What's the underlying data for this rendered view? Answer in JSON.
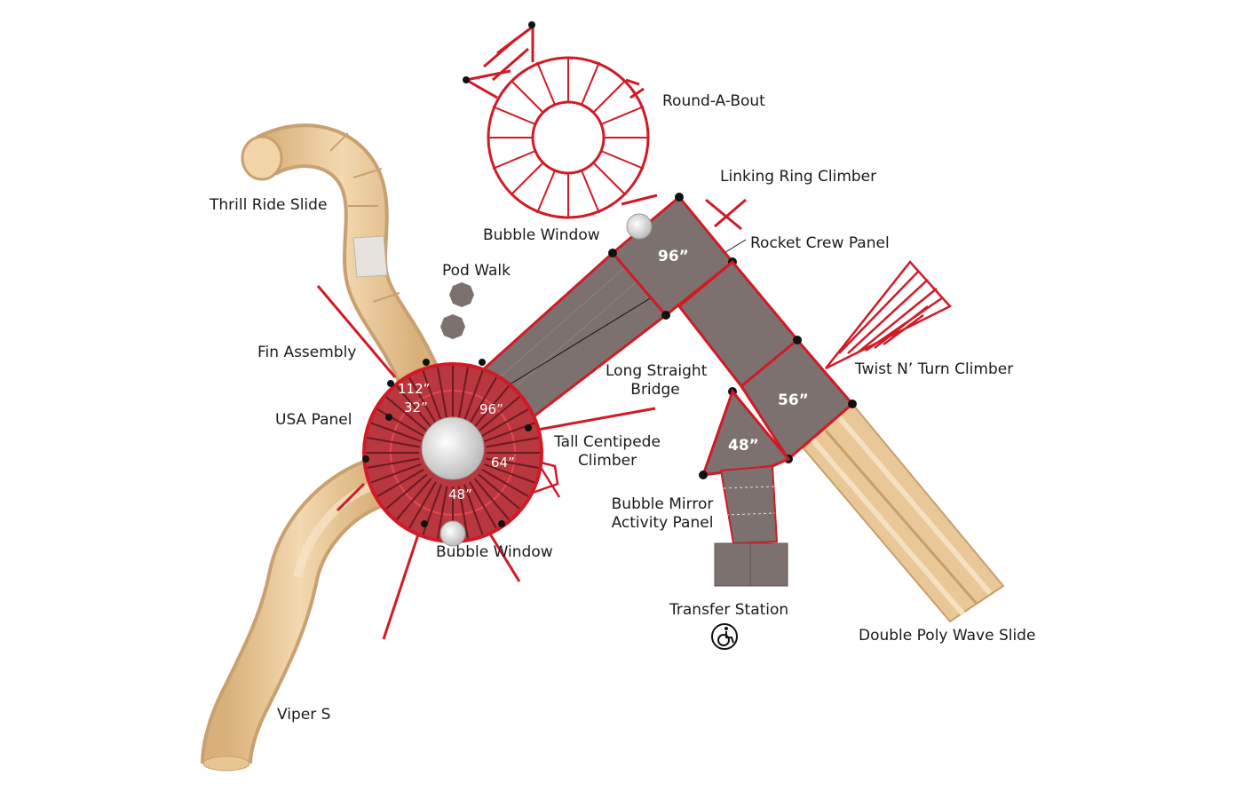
{
  "labels": {
    "round_a_bout": "Round-A-Bout",
    "linking_ring_climber": "Linking Ring Climber",
    "rocket_crew_panel": "Rocket Crew Panel",
    "bubble_window_top": "Bubble Window",
    "thrill_ride_slide": "Thrill Ride Slide",
    "pod_walk": "Pod Walk",
    "fin_assembly": "Fin Assembly",
    "usa_panel": "USA Panel",
    "long_straight_bridge": [
      "Long Straight",
      "Bridge"
    ],
    "twist_n_turn_climber": "Twist N’ Turn Climber",
    "tall_centipede_climber": [
      "Tall Centipede",
      "Climber"
    ],
    "bubble_mirror_activity_panel": [
      "Bubble Mirror",
      "Activity Panel"
    ],
    "bubble_window_bottom": "Bubble Window",
    "transfer_station": "Transfer Station",
    "double_poly_wave_slide": "Double Poly Wave Slide",
    "viper_s": "Viper S"
  },
  "heights": {
    "deck_top": "96”",
    "deck_right": "56”",
    "deck_small": "48”",
    "tower_112": "112”",
    "tower_32": "32”",
    "tower_96": "96”",
    "tower_64": "64”",
    "tower_48": "48”"
  },
  "icons": {
    "accessibility": "wheelchair-accessible-icon"
  },
  "colors": {
    "frame_red": "#d11a26",
    "deck_gray": "#7d716f",
    "slide_tan": "#ecc998",
    "bubble_silver": "#d9d9d9"
  }
}
